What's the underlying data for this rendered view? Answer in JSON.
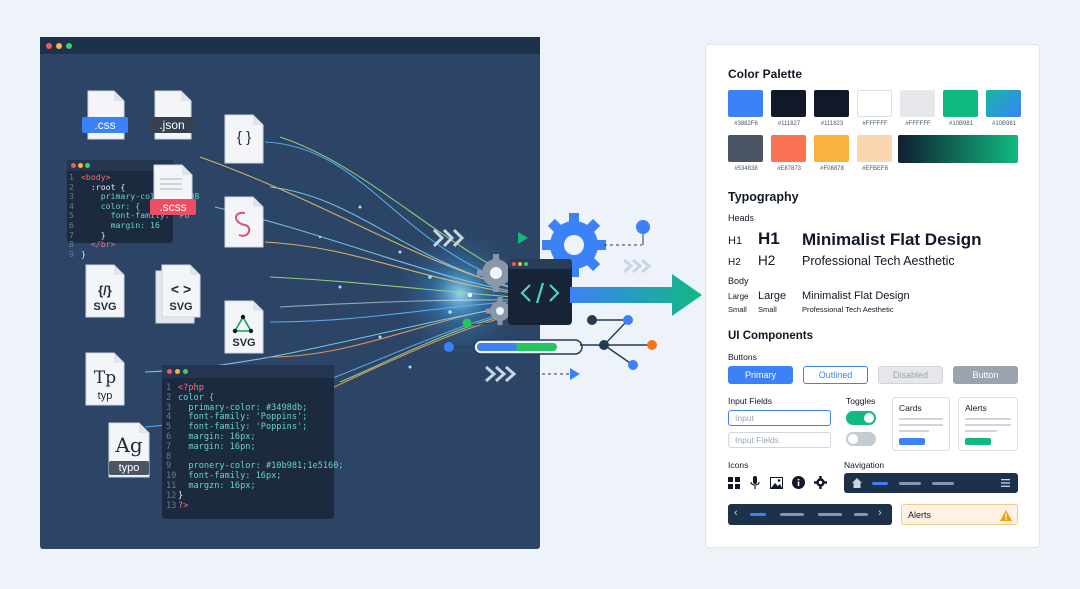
{
  "files": {
    "css": ".css",
    "json": ".json",
    "braces": "{ }",
    "scss": ".scss",
    "svg1_glyph": "{/}",
    "svg1_label": "SVG",
    "svg2_glyph": "< >",
    "svg2_label": "SVG",
    "svg3_label": "SVG",
    "typ_glyph": "Tp",
    "typ_label": "typ",
    "ag_glyph": "Ag",
    "typo_label": "typo"
  },
  "small_code": [
    "<body>",
    "  :root {",
    "    primary-color: #3498",
    "    color: {",
    "      font-family: 'Po",
    "      margin: 16",
    "    }",
    "  </br>",
    "}"
  ],
  "big_code": [
    "<?php",
    "color {",
    "  primary-color: #3498db;",
    "  font-family: 'Poppins';",
    "  font-family: 'Poppins';",
    "  margin: 16px;",
    "  margin: 16pn;",
    "",
    "  pronery-color: #10b981;1e5160;",
    "  font-family: 16px;",
    "  margzn: 16px;",
    "}",
    "?>"
  ],
  "palette": {
    "title": "Color Palette",
    "row1": [
      {
        "color": "#3B82F6",
        "label": "#3882F6"
      },
      {
        "color": "#111827",
        "label": "#111827"
      },
      {
        "color": "#111827",
        "label": "#111823"
      },
      {
        "color": "#FFFFFF",
        "label": "#FFFFFF"
      },
      {
        "color": "#E5E7EB",
        "label": "#FFFFFF"
      },
      {
        "color": "#10B981",
        "label": "#10B981"
      },
      {
        "color": "#14B8A6",
        "label": "#10B981"
      }
    ],
    "row2": [
      {
        "color": "#4B5563",
        "label": "#534838"
      },
      {
        "color": "#F97352",
        "label": "#E87873"
      },
      {
        "color": "#FBB140",
        "label": "#F08878"
      },
      {
        "color": "#FAD7B0",
        "label": "#EFBEF8"
      }
    ],
    "gradient_from": "#0F1F2E",
    "gradient_to": "#10B981"
  },
  "typography": {
    "title": "Typography",
    "heads": "Heads",
    "h1_tag": "H1",
    "h1_big": "H1",
    "h1_text": "Minimalist Flat Design",
    "h2_tag": "H2",
    "h2_big": "H2",
    "h2_text": "Professional Tech Aesthetic",
    "body": "Body",
    "large_tag": "Large",
    "large_big": "Large",
    "large_text": "Minimalist Flat Design",
    "small_tag": "Small",
    "small_big": "Small",
    "small_text": "Professional Tech Aesthetic"
  },
  "components": {
    "title": "UI Components",
    "buttons_label": "Buttons",
    "btn_primary": "Primary",
    "btn_outlined": "Outlined",
    "btn_disabled": "Disabled",
    "btn_button": "Button",
    "inputs_label": "Input Fields",
    "input1_placeholder": "Input",
    "input2_placeholder": "Input Fields",
    "toggles_label": "Toggles",
    "cards_label": "Cards",
    "alerts_card_label": "Alerts",
    "icons_label": "Icons",
    "navigation_label": "Navigation",
    "alert_text": "Alerts",
    "accent": "#3B82F6",
    "success": "#10B981",
    "nav_bg": "#1E314B"
  }
}
